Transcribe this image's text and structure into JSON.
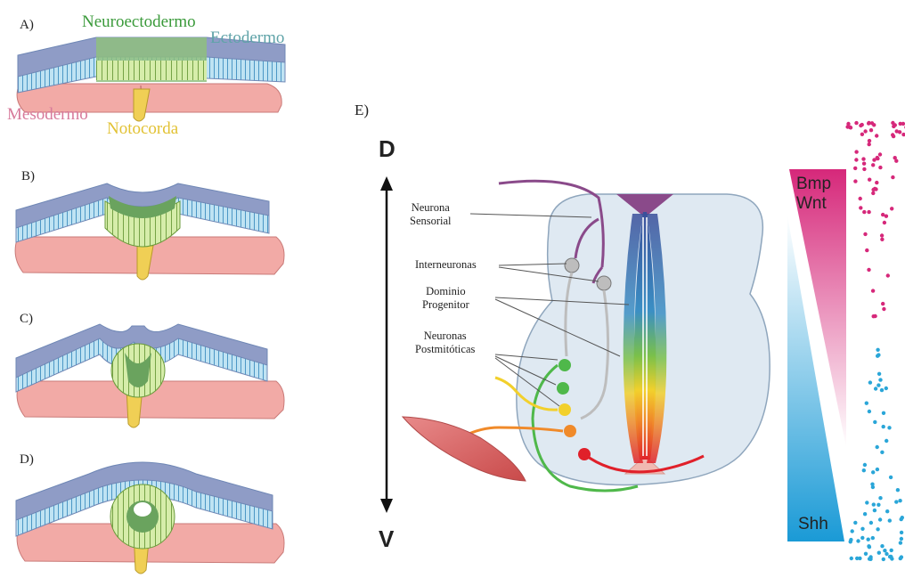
{
  "panels": {
    "a": {
      "label": "A)",
      "neuroectoderm": "Neuroectodermo",
      "ectoderm": "Ectodermo",
      "mesoderm": "Mesodermo",
      "notochord": "Notocorda"
    },
    "b": {
      "label": "B)"
    },
    "c": {
      "label": "C)"
    },
    "d": {
      "label": "D)"
    },
    "e": {
      "label": "E)",
      "dorsal": "D",
      "ventral": "V",
      "sensory_neuron": [
        "Neurona",
        "Sensorial"
      ],
      "interneurons": "Interneuronas",
      "progenitor_domain": [
        "Dominio",
        "Progenitor"
      ],
      "postmitotic_neurons": [
        "Neuronas",
        "Postmitóticas"
      ],
      "gradient_top": [
        "Bmp",
        "Wnt"
      ],
      "gradient_bottom": "Shh"
    }
  },
  "colors": {
    "ectoderm": "#8f9cc6",
    "neuroectoderm": "#8fc07e",
    "mesoderm": "#f2aaa6",
    "notochord": "#f0cf55",
    "bmp_wnt": "#d6287a",
    "shh": "#2aa6d8",
    "label_green": "#3a9a3a",
    "label_teal": "#5fa3a8",
    "label_pink": "#d77a9b",
    "label_yellow": "#e2c234"
  }
}
